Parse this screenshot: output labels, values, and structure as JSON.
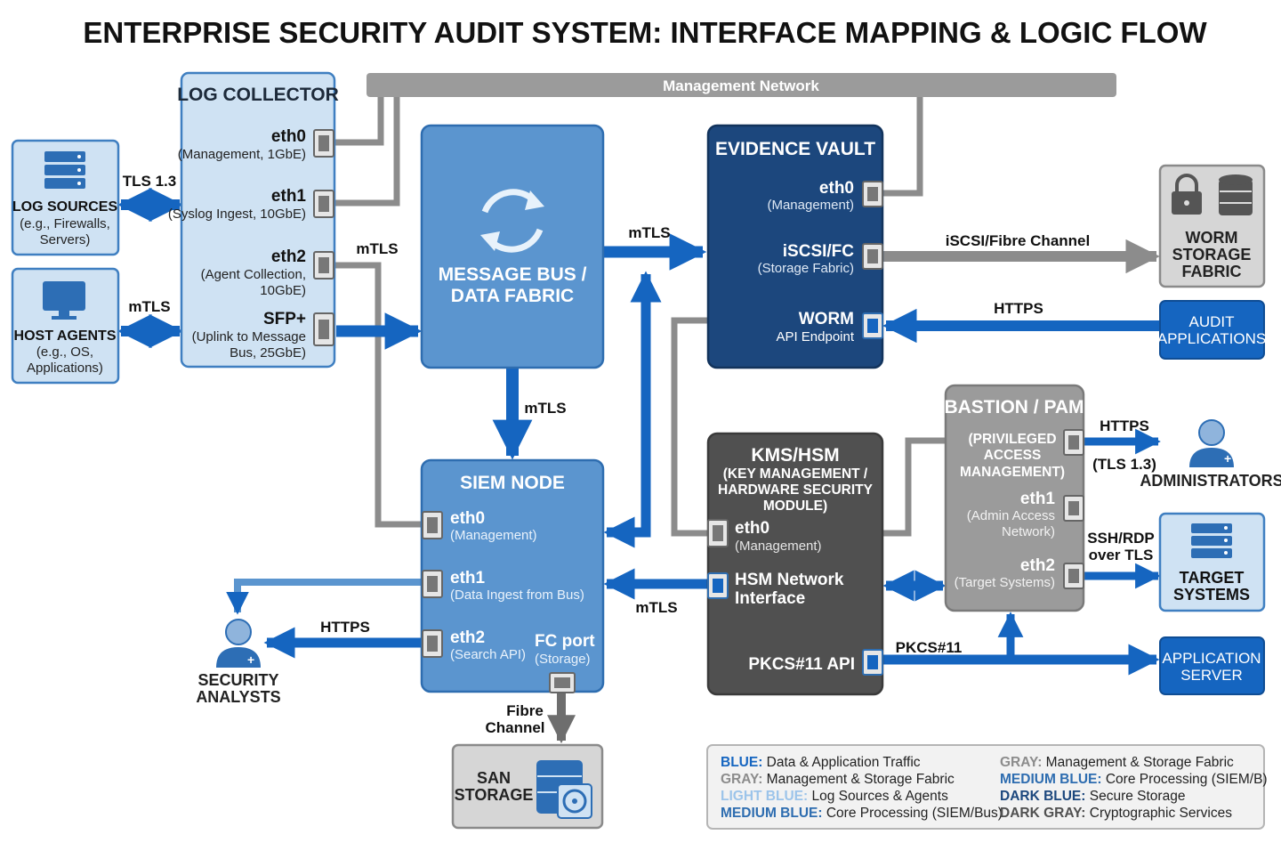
{
  "title": "ENTERPRISE SECURITY AUDIT SYSTEM: INTERFACE MAPPING & LOGIC FLOW",
  "mgmt_network": "Management Network",
  "log_sources": {
    "title": "LOG SOURCES",
    "sub1": "(e.g., Firewalls,",
    "sub2": "Servers)"
  },
  "host_agents": {
    "title": "HOST AGENTS",
    "sub1": "(e.g., OS,",
    "sub2": "Applications)"
  },
  "log_collector": {
    "title": "LOG COLLECTOR",
    "eth0": "eth0",
    "eth0_sub": "(Management, 1GbE)",
    "eth1": "eth1",
    "eth1_sub": "(Syslog Ingest, 10GbE)",
    "eth2": "eth2",
    "eth2_sub1": "(Agent Collection,",
    "eth2_sub2": "10GbE)",
    "sfp": "SFP+",
    "sfp_sub1": "(Uplink to Message",
    "sfp_sub2": "Bus, 25GbE)"
  },
  "message_bus": {
    "title1": "MESSAGE BUS /",
    "title2": "DATA FABRIC"
  },
  "evidence_vault": {
    "title": "EVIDENCE VAULT",
    "eth0": "eth0",
    "eth0_sub": "(Management)",
    "iscsi": "iSCSI/FC",
    "iscsi_sub": "(Storage Fabric)",
    "worm": "WORM",
    "worm_sub": "API Endpoint"
  },
  "worm_storage": {
    "l1": "WORM",
    "l2": "STORAGE",
    "l3": "FABRIC"
  },
  "audit_apps": {
    "l1": "AUDIT",
    "l2": "APPLICATIONS"
  },
  "siem": {
    "title": "SIEM NODE",
    "eth0": "eth0",
    "eth0_sub": "(Management)",
    "eth1": "eth1",
    "eth1_sub": "(Data Ingest from Bus)",
    "eth2": "eth2",
    "eth2_sub": "(Search API)",
    "fc": "FC port",
    "fc_sub": "(Storage)"
  },
  "kms": {
    "title": "KMS/HSM",
    "sub1": "(KEY MANAGEMENT /",
    "sub2": "HARDWARE SECURITY",
    "sub3": "MODULE)",
    "eth0": "eth0",
    "eth0_sub": "(Management)",
    "hsm1": "HSM Network",
    "hsm2": "Interface",
    "pkcs": "PKCS#11 API"
  },
  "bastion": {
    "title": "BASTION / PAM",
    "sub1": "(PRIVILEGED",
    "sub2": "ACCESS",
    "sub3": "MANAGEMENT)",
    "eth1": "eth1",
    "eth1_sub1": "(Admin Access",
    "eth1_sub2": "Network)",
    "eth2": "eth2",
    "eth2_sub": "(Target Systems)"
  },
  "administrators": "ADMINISTRATORS",
  "target_systems": {
    "l1": "TARGET",
    "l2": "SYSTEMS"
  },
  "app_server": {
    "l1": "APPLICATION",
    "l2": "SERVER"
  },
  "security_analysts": {
    "l1": "SECURITY",
    "l2": "ANALYSTS"
  },
  "san": {
    "l1": "SAN",
    "l2": "STORAGE"
  },
  "labels": {
    "tls13": "TLS 1.3",
    "mtls_host": "mTLS",
    "mtls_eth2": "mTLS",
    "mtls_vault": "mTLS",
    "mtls_siem": "mTLS",
    "mtls_kms": "mTLS",
    "iscsi_fc": "iSCSI/Fibre Channel",
    "https_audit": "HTTPS",
    "https_admin": "HTTPS",
    "tls13_admin": "(TLS 1.3)",
    "ssh1": "SSH/RDP",
    "ssh2": "over TLS",
    "pkcs": "PKCS#11",
    "https_analyst": "HTTPS",
    "fibre1": "Fibre",
    "fibre2": "Channel"
  },
  "legend": {
    "l1k": "BLUE:",
    "l1v": " Data & Application Traffic",
    "l2k": "GRAY:",
    "l2v": " Management & Storage Fabric",
    "l3k": "LIGHT BLUE:",
    "l3v": " Log Sources & Agents",
    "l4k": "MEDIUM BLUE:",
    "l4v": " Core Processing (SIEM/Bus)",
    "r1k": "GRAY:",
    "r1v": " Management & Storage Fabric",
    "r2k": "MEDIUM BLUE:",
    "r2v": " Core Processing (SIEM/B)",
    "r3k": "DARK BLUE:",
    "r3v": " Secure Storage",
    "r4k": "DARK GRAY:",
    "r4v": " Cryptographic Services"
  },
  "colors": {
    "blue": "#1565c0",
    "gray": "#8c8c8c",
    "light_blue": "#cfe2f3",
    "medium_blue": "#5b95cf",
    "dark_blue": "#1c477d",
    "dark_gray": "#505050"
  }
}
